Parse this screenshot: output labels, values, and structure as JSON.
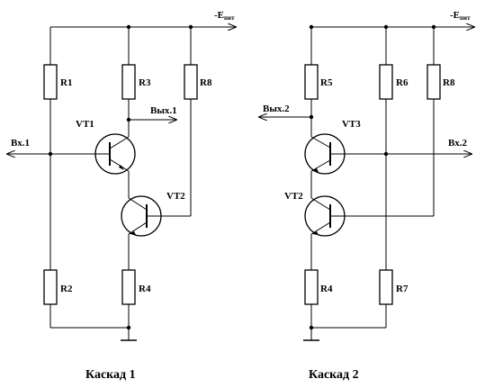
{
  "supply_label_1": "-E",
  "supply_sub_1": "пит",
  "supply_label_2": "-E",
  "supply_sub_2": "пит",
  "cascade1": {
    "caption": "Каскад 1",
    "resistors": {
      "r1": "R1",
      "r2": "R2",
      "r3": "R3",
      "r4": "R4",
      "r8": "R8"
    },
    "transistors": {
      "vt1": "VT1",
      "vt2": "VT2"
    },
    "input": "Вх.1",
    "output": "Вых.1"
  },
  "cascade2": {
    "caption": "Каскад 2",
    "resistors": {
      "r4": "R4",
      "r5": "R5",
      "r6": "R6",
      "r7": "R7",
      "r8": "R8"
    },
    "transistors": {
      "vt3": "VT3",
      "vt2": "VT2"
    },
    "input": "Вх.2",
    "output": "Вых.2"
  }
}
